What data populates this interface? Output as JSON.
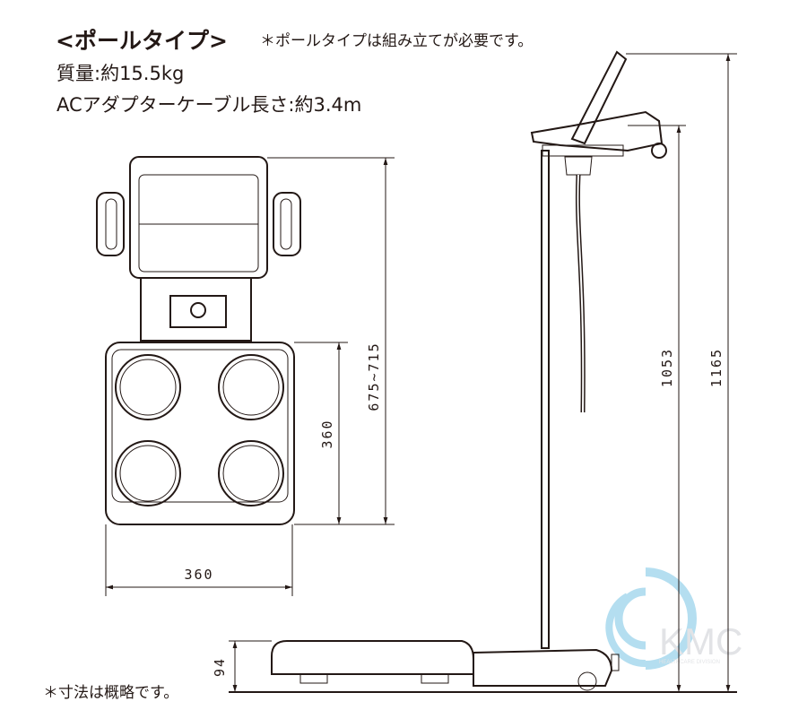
{
  "header": {
    "title": "<ポールタイプ>",
    "note": "＊ポールタイプは組み立てが必要です。",
    "weight": "質量:約15.5kg",
    "cable_length": "ACアダプターケーブル長さ:約3.4m"
  },
  "dimensions": {
    "top_depth": "675~715",
    "platform_depth": "360",
    "platform_width": "360",
    "display_height": "1053",
    "total_height": "1165",
    "platform_height": "94"
  },
  "footnote": "＊寸法は概略です。",
  "logo": {
    "text": "KMC",
    "subtext": "HEALTHCARE DIVISION",
    "color": "#5bb8e0"
  }
}
